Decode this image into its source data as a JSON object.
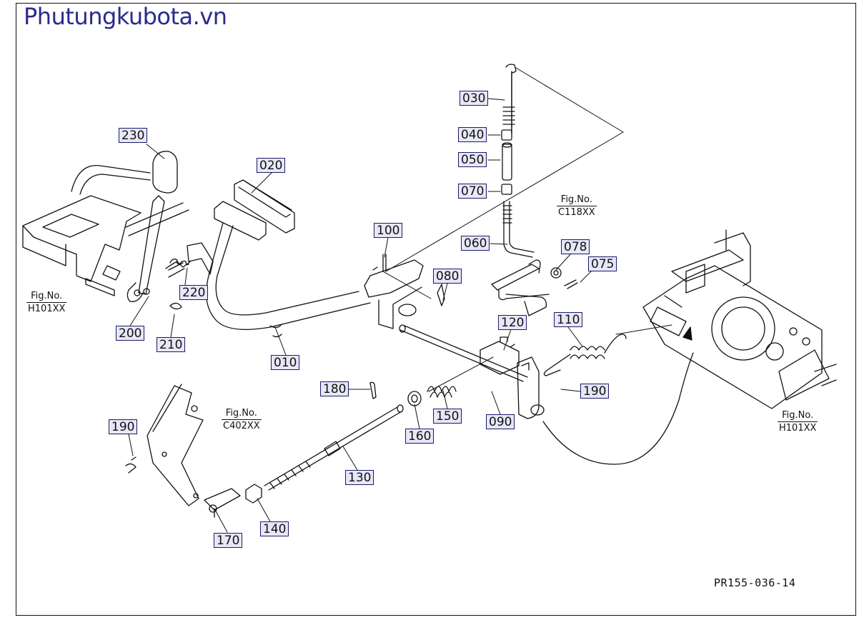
{
  "watermark": "Phutungkubota.vn",
  "diagram_code": "PR155-036-14",
  "parts": [
    {
      "id": "part-030",
      "label": "030"
    },
    {
      "id": "part-040",
      "label": "040"
    },
    {
      "id": "part-050",
      "label": "050"
    },
    {
      "id": "part-070",
      "label": "070"
    },
    {
      "id": "part-060",
      "label": "060"
    },
    {
      "id": "part-078",
      "label": "078"
    },
    {
      "id": "part-075",
      "label": "075"
    },
    {
      "id": "part-230",
      "label": "230"
    },
    {
      "id": "part-020",
      "label": "020"
    },
    {
      "id": "part-100",
      "label": "100"
    },
    {
      "id": "part-080",
      "label": "080"
    },
    {
      "id": "part-220",
      "label": "220"
    },
    {
      "id": "part-200",
      "label": "200"
    },
    {
      "id": "part-210",
      "label": "210"
    },
    {
      "id": "part-010",
      "label": "010"
    },
    {
      "id": "part-120",
      "label": "120"
    },
    {
      "id": "part-110",
      "label": "110"
    },
    {
      "id": "part-190a",
      "label": "190"
    },
    {
      "id": "part-180",
      "label": "180"
    },
    {
      "id": "part-150",
      "label": "150"
    },
    {
      "id": "part-160",
      "label": "160"
    },
    {
      "id": "part-090",
      "label": "090"
    },
    {
      "id": "part-190b",
      "label": "190"
    },
    {
      "id": "part-130",
      "label": "130"
    },
    {
      "id": "part-140",
      "label": "140"
    },
    {
      "id": "part-170",
      "label": "170"
    }
  ],
  "figure_refs": [
    {
      "id": "fig-c118",
      "title": "Fig.No.",
      "code": "C118XX"
    },
    {
      "id": "fig-h101-left",
      "title": "Fig.No.",
      "code": "H101XX"
    },
    {
      "id": "fig-c402",
      "title": "Fig.No.",
      "code": "C402XX"
    },
    {
      "id": "fig-h101-right",
      "title": "Fig.No.",
      "code": "H101XX"
    }
  ],
  "colors": {
    "label_border": "#1b1b6b",
    "label_fill": "#e7e7f7",
    "watermark": "#2b2a8c",
    "line": "#111111"
  }
}
